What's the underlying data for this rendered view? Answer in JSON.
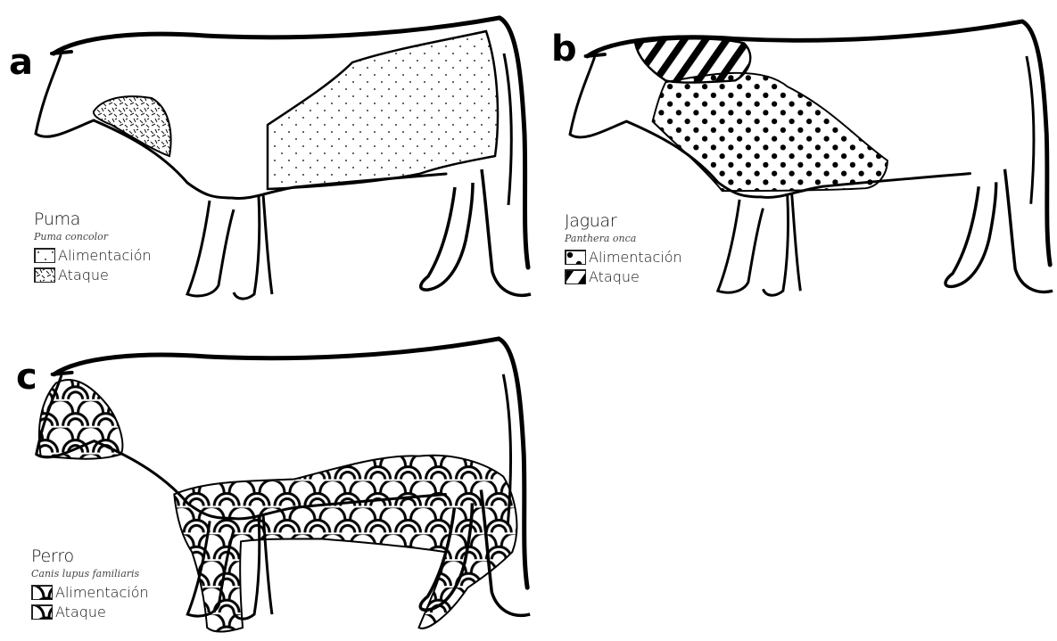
{
  "panels": [
    {
      "letter": "a",
      "common_name": "Puma",
      "scientific_name": "Puma concolor",
      "legend": [
        {
          "label": "Alimentación",
          "pattern": "sparse-dots"
        },
        {
          "label": "Ataque",
          "pattern": "scribble"
        }
      ]
    },
    {
      "letter": "b",
      "common_name": "Jaguar",
      "scientific_name": "Panthera onca",
      "legend": [
        {
          "label": "Alimentación",
          "pattern": "big-dots"
        },
        {
          "label": "Ataque",
          "pattern": "diagonal-stripes"
        }
      ]
    },
    {
      "letter": "c",
      "common_name": "Perro",
      "scientific_name": "Canis lupus familiaris",
      "legend": [
        {
          "label": "Alimentación",
          "pattern": "arcs"
        },
        {
          "label": "Ataque",
          "pattern": "arcs"
        }
      ]
    }
  ],
  "colors": {
    "line": "#000000",
    "background": "#ffffff"
  }
}
